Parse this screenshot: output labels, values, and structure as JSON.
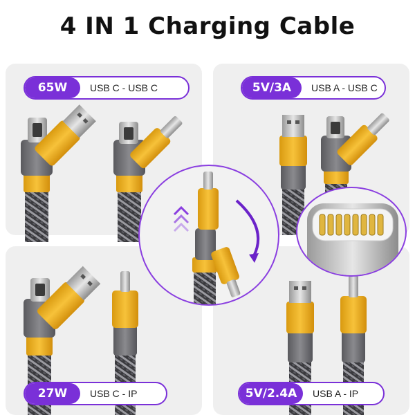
{
  "title": "4 IN 1 Charging Cable",
  "panels": [
    {
      "power": "65W",
      "mode": "USB C - USB C"
    },
    {
      "power": "5V/3A",
      "mode": "USB A - USB C"
    },
    {
      "power": "27W",
      "mode": "USB C - IP"
    },
    {
      "power": "5V/2.4A",
      "mode": "USB A - IP"
    }
  ],
  "colors": {
    "accent": "#7a30d8",
    "connector_yellow": "#f2b61c",
    "connector_gray": "#6f6f73"
  },
  "icons": [
    "usb-c-plug-icon",
    "usb-a-plug-icon",
    "lightning-plug-icon",
    "rotate-arrow-icon",
    "slide-up-chevrons-icon"
  ]
}
